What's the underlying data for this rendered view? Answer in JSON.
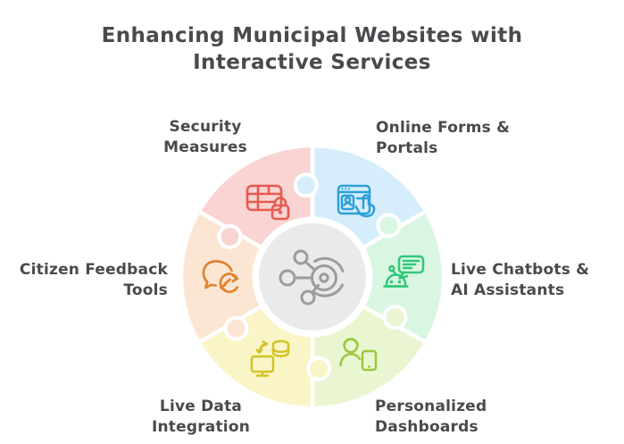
{
  "title": {
    "line1": "Enhancing Municipal Websites with",
    "line2": "Interactive Services"
  },
  "styles": {
    "background": "#ffffff",
    "text_color": "#4a4a4e",
    "divider_color": "#ffffff"
  },
  "center_hub": {
    "icon": "network-hub-icon",
    "bg_color": "#eaeaea",
    "ring_color": "#ffffff",
    "icon_color": "#9c9c9c"
  },
  "segments": [
    {
      "id": "security-measures",
      "label_line1": "Security",
      "label_line2": "Measures",
      "fill": "#f9d4d2",
      "icon_color": "#e85a50",
      "icon": "server-lock-icon",
      "position": "top-left"
    },
    {
      "id": "online-forms-portals",
      "label_line1": "Online Forms &",
      "label_line2": "Portals",
      "fill": "#d6edfb",
      "icon_color": "#2aa0db",
      "icon": "browser-id-tap-icon",
      "position": "top-right"
    },
    {
      "id": "live-chatbots-ai-assistants",
      "label_line1": "Live Chatbots &",
      "label_line2": "AI Assistants",
      "fill": "#d9f6e3",
      "icon_color": "#30c877",
      "icon": "robot-chat-icon",
      "position": "right"
    },
    {
      "id": "personalized-dashboards",
      "label_line1": "Personalized",
      "label_line2": "Dashboards",
      "fill": "#eaf6d1",
      "icon_color": "#9cc83e",
      "icon": "person-tablet-icon",
      "position": "bottom-right"
    },
    {
      "id": "live-data-integration",
      "label_line1": "Live Data",
      "label_line2": "Integration",
      "fill": "#faf5c6",
      "icon_color": "#d3c324",
      "icon": "monitor-database-sync-icon",
      "position": "bottom-left"
    },
    {
      "id": "citizen-feedback-tools",
      "label_line1": "Citizen Feedback",
      "label_line2": "Tools",
      "fill": "#fbe6d3",
      "icon_color": "#e0832e",
      "icon": "chat-refresh-icon",
      "position": "left"
    }
  ]
}
